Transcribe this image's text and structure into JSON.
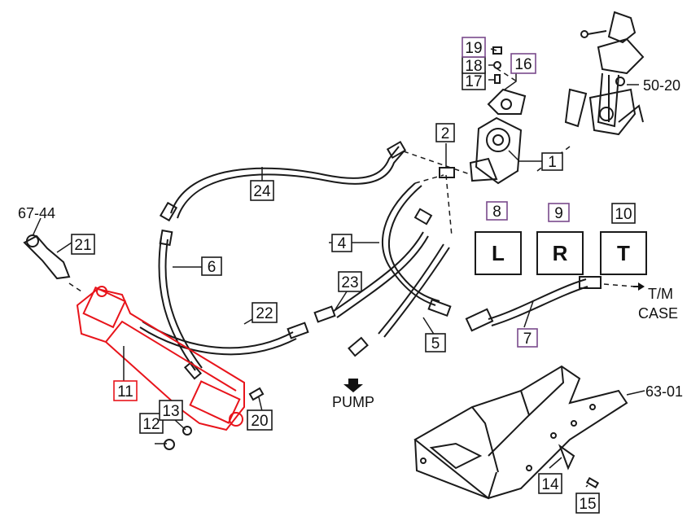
{
  "diagram": {
    "colors": {
      "line": "#1a1a1a",
      "highlight": "#e8141b",
      "accent_box": "#7a4a8c"
    },
    "callouts": [
      {
        "name": "callout-1",
        "label": "1"
      },
      {
        "name": "callout-2",
        "label": "2"
      },
      {
        "name": "callout-4",
        "label": "4"
      },
      {
        "name": "callout-5",
        "label": "5"
      },
      {
        "name": "callout-6",
        "label": "6"
      },
      {
        "name": "callout-7",
        "label": "7"
      },
      {
        "name": "callout-8",
        "label": "8"
      },
      {
        "name": "callout-9",
        "label": "9"
      },
      {
        "name": "callout-10",
        "label": "10"
      },
      {
        "name": "callout-11",
        "label": "11"
      },
      {
        "name": "callout-12",
        "label": "12"
      },
      {
        "name": "callout-13",
        "label": "13"
      },
      {
        "name": "callout-14",
        "label": "14"
      },
      {
        "name": "callout-15",
        "label": "15"
      },
      {
        "name": "callout-16",
        "label": "16"
      },
      {
        "name": "callout-17",
        "label": "17"
      },
      {
        "name": "callout-18",
        "label": "18"
      },
      {
        "name": "callout-19",
        "label": "19"
      },
      {
        "name": "callout-20",
        "label": "20"
      },
      {
        "name": "callout-21",
        "label": "21"
      },
      {
        "name": "callout-22",
        "label": "22"
      },
      {
        "name": "callout-23",
        "label": "23"
      },
      {
        "name": "callout-24",
        "label": "24"
      }
    ],
    "letter_tags": [
      {
        "name": "tag-l",
        "label": "L"
      },
      {
        "name": "tag-r",
        "label": "R"
      },
      {
        "name": "tag-t",
        "label": "T"
      }
    ],
    "labels": {
      "ref_67_44": "67-44",
      "ref_50_20": "50-20",
      "ref_63_01": "63-01",
      "tm_line1": "T/M",
      "tm_line2": "CASE",
      "pump": "PUMP"
    }
  }
}
